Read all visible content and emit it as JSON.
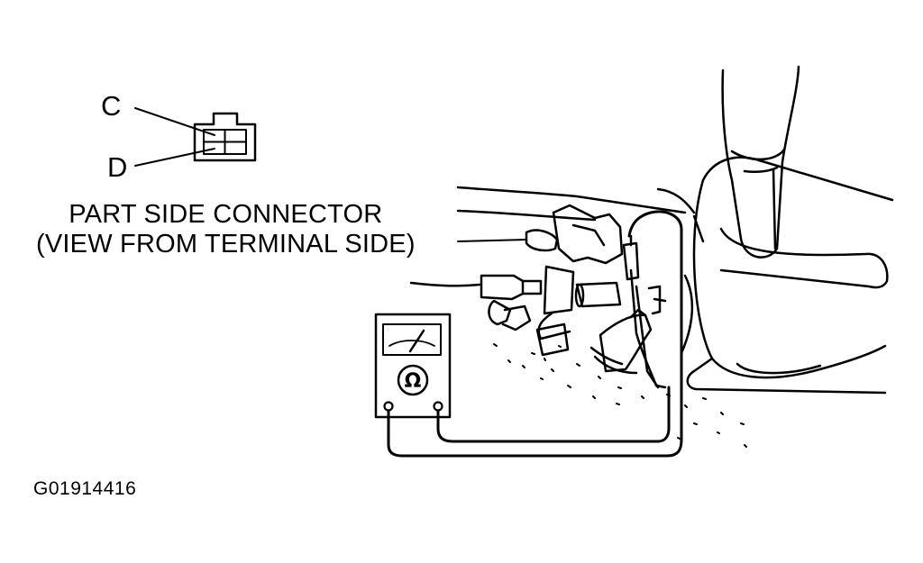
{
  "terminals": {
    "c": "C",
    "d": "D"
  },
  "connector_caption": {
    "line1": "PART SIDE CONNECTOR",
    "line2": "(VIEW FROM TERMINAL SIDE)"
  },
  "ohmmeter_symbol": "Ω",
  "figure_id": "G01914416",
  "colors": {
    "ink": "#000000",
    "paper": "#ffffff"
  }
}
